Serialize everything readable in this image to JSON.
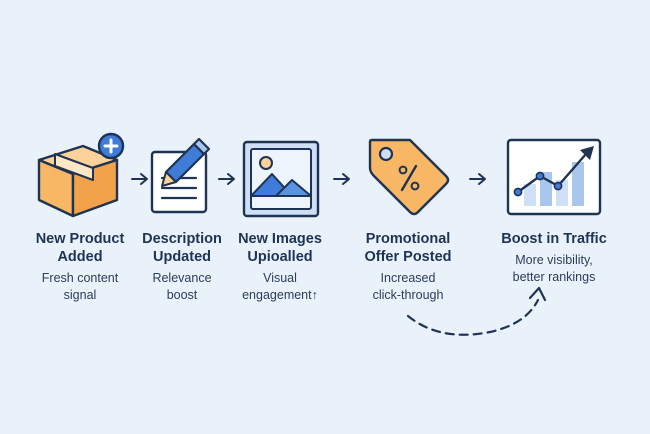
{
  "colors": {
    "background": "#e9f1fb",
    "navy": "#1f3352",
    "orange": "#f7b765",
    "blue": "#3f7bd8",
    "light_blue": "#cfe0f6"
  },
  "steps": [
    {
      "title": "New Product\nAdded",
      "subtitle": "Fresh content\nsignal",
      "icon": "box-plus-icon"
    },
    {
      "title": "Description\nUpdated",
      "subtitle": "Relevance\nboost",
      "icon": "document-pencil-icon"
    },
    {
      "title": "New Images\nUpioalled",
      "subtitle": "Visual\nengagement↑",
      "icon": "image-icon"
    },
    {
      "title": "Promotional\nOffer Posted",
      "subtitle": "Increased\nclick-through",
      "icon": "price-tag-icon"
    },
    {
      "title": "Boost in Traffic",
      "subtitle": "More visibility,\nbetter rankings",
      "icon": "trend-chart-icon"
    }
  ]
}
